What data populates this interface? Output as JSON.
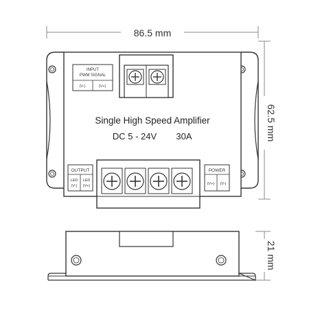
{
  "dimensions": {
    "width": "86.5 mm",
    "height": "62.5 mm",
    "depth": "21 mm"
  },
  "device": {
    "title": "Single High Speed Amplifier",
    "rating_voltage": "DC 5 - 24V",
    "rating_current": "30A"
  },
  "input_label": {
    "line1": "INPUT",
    "line2": "PWM SIGNAL",
    "pin_neg": "(V-)",
    "pin_pos": "(V+)"
  },
  "output_label": {
    "title": "OUTPUT",
    "led1_line1": "LED",
    "led1_line2": "(V-)",
    "led2_line1": "LED",
    "led2_line2": "(V+)"
  },
  "power_label": {
    "title": "POWER",
    "pin_pos": "(V+)",
    "pin_neg": "(V-)"
  },
  "colors": {
    "line": "#333333",
    "dim_line": "#888888",
    "background": "#ffffff"
  }
}
